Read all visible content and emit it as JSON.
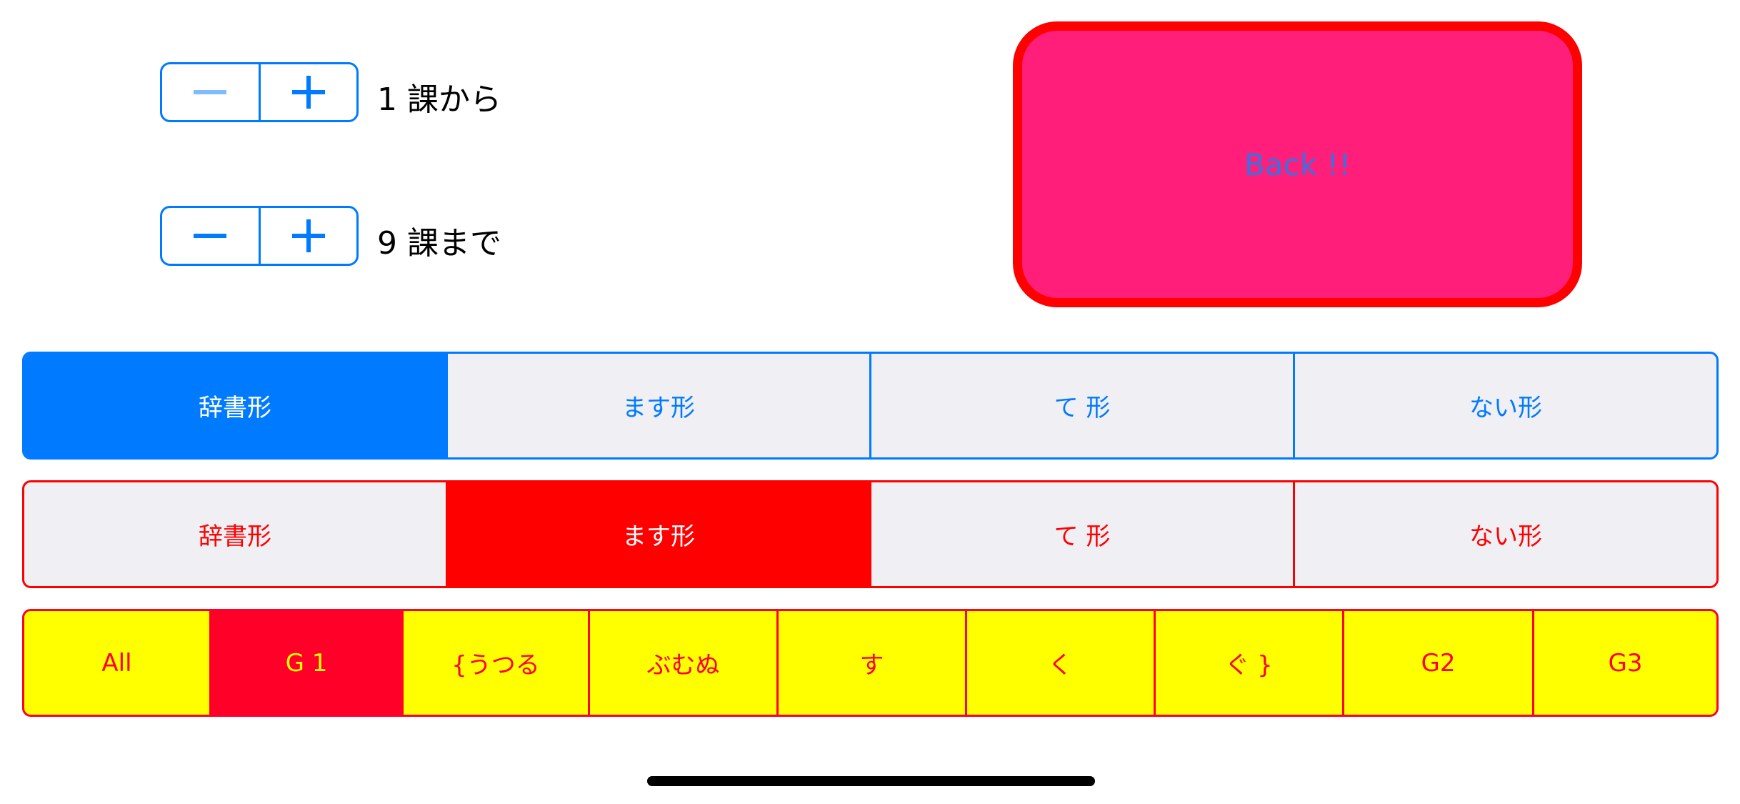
{
  "lesson_from": {
    "label": "1 課から",
    "minus_enabled": false,
    "plus_enabled": true
  },
  "lesson_to": {
    "label": "9 課まで",
    "minus_enabled": true,
    "plus_enabled": true
  },
  "back_button": {
    "label": "Back !!"
  },
  "form_segment_blue": {
    "items": [
      "辞書形",
      "ます形",
      "て 形",
      "ない形"
    ],
    "selected": 0
  },
  "form_segment_red": {
    "items": [
      "辞書形",
      "ます形",
      "て 形",
      "ない形"
    ],
    "selected": 1
  },
  "group_segment": {
    "items": [
      "All",
      "G 1",
      "{うつる",
      "ぶむぬ",
      "す",
      "く",
      "ぐ }",
      "G2",
      "G3"
    ],
    "selected": 1
  },
  "colors": {
    "accent": "#007AFF",
    "red": "#FF0000",
    "pink": "#FF1F7A",
    "yellow": "#FFFF00"
  }
}
